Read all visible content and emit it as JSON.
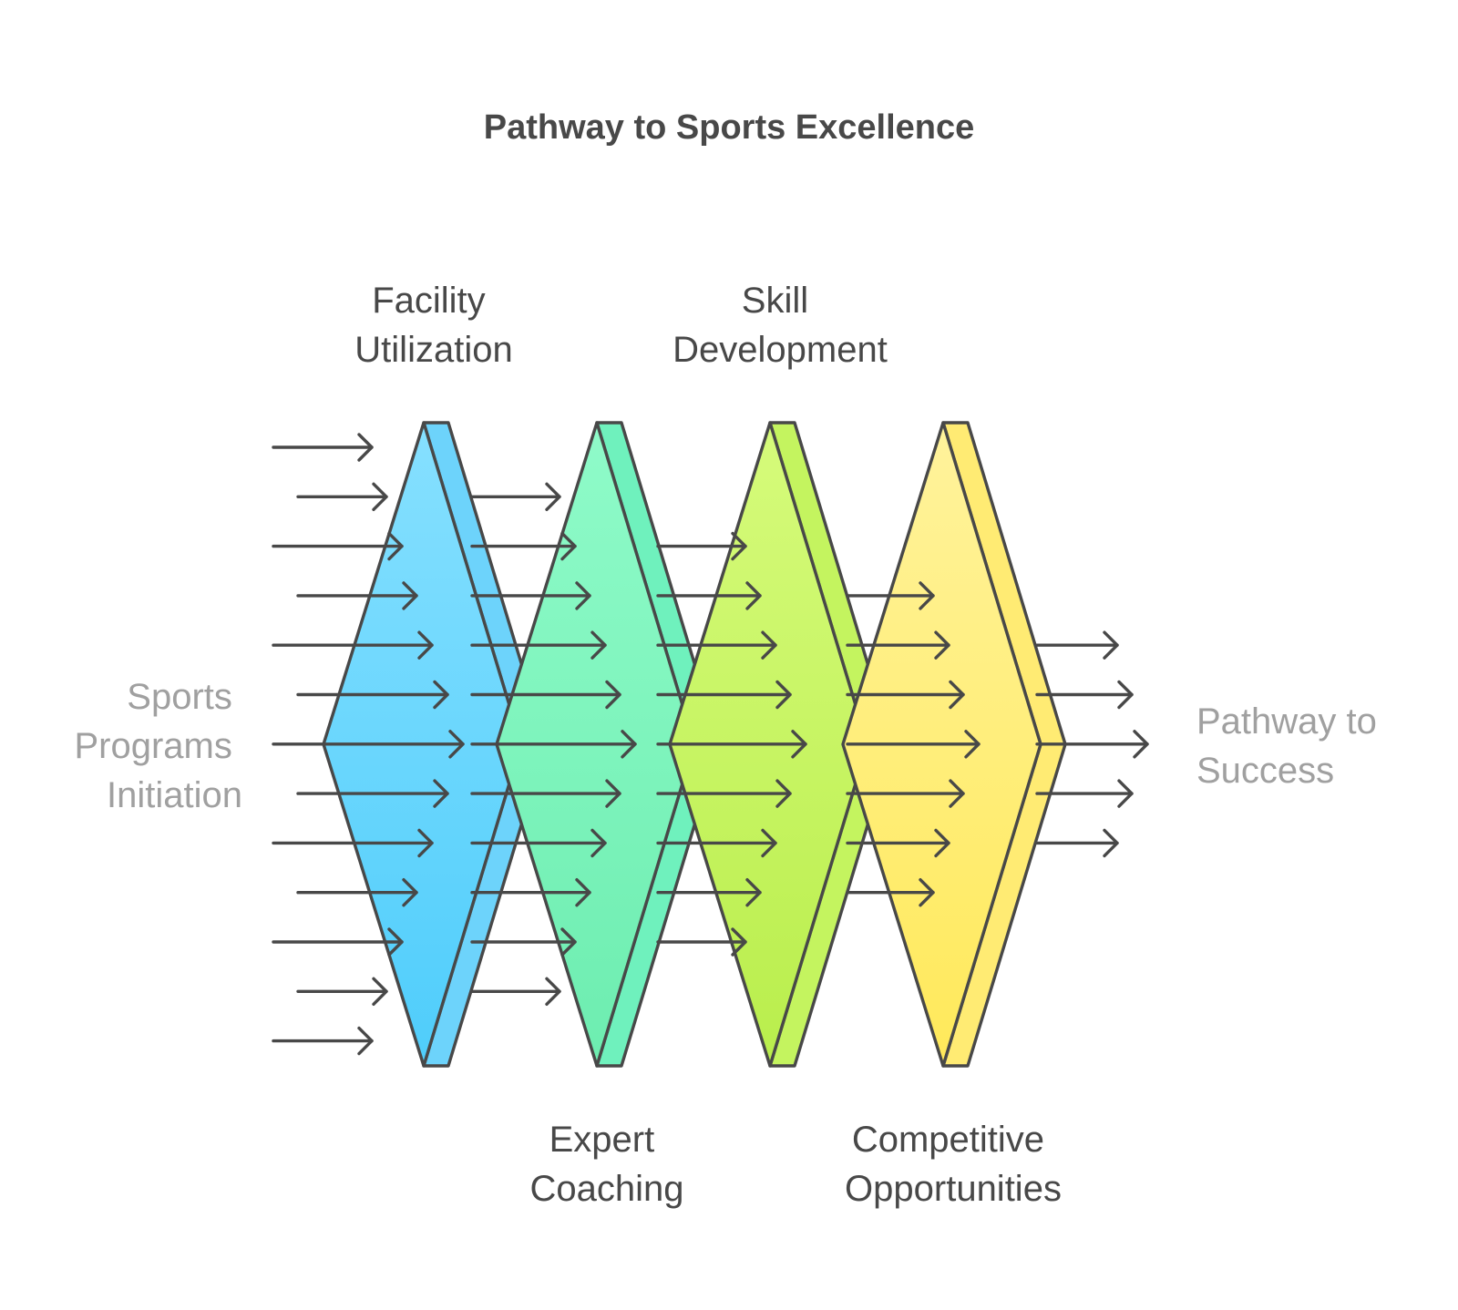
{
  "title": "Pathway to Sports Excellence",
  "input_label": [
    "Sports",
    "Programs",
    "Initiation"
  ],
  "output_label": [
    "Pathway to",
    "Success"
  ],
  "stages": [
    {
      "label": [
        "Facility",
        "Utilization"
      ],
      "label_position": "top",
      "color_top": "#86e0ff",
      "color_bottom": "#4fcdfb",
      "side_color": "#6dd3fb"
    },
    {
      "label": [
        "Expert",
        "Coaching"
      ],
      "label_position": "bottom",
      "color_top": "#8ffbc9",
      "color_bottom": "#6ded b0",
      "side_color": "#6ff1bd"
    },
    {
      "label": [
        "Skill",
        "Development"
      ],
      "label_position": "top",
      "color_top": "#d6fb7b",
      "color_bottom": "#b9ee4c",
      "side_color": "#c4f45f"
    },
    {
      "label": [
        "Competitive",
        "Opportunities"
      ],
      "label_position": "bottom",
      "color_top": "#fff39c",
      "color_bottom": "#ffe95a",
      "side_color": "#ffeb73"
    }
  ],
  "colors": {
    "stroke": "#484848",
    "title": "#484848",
    "side_text": "#a0a0a0"
  }
}
